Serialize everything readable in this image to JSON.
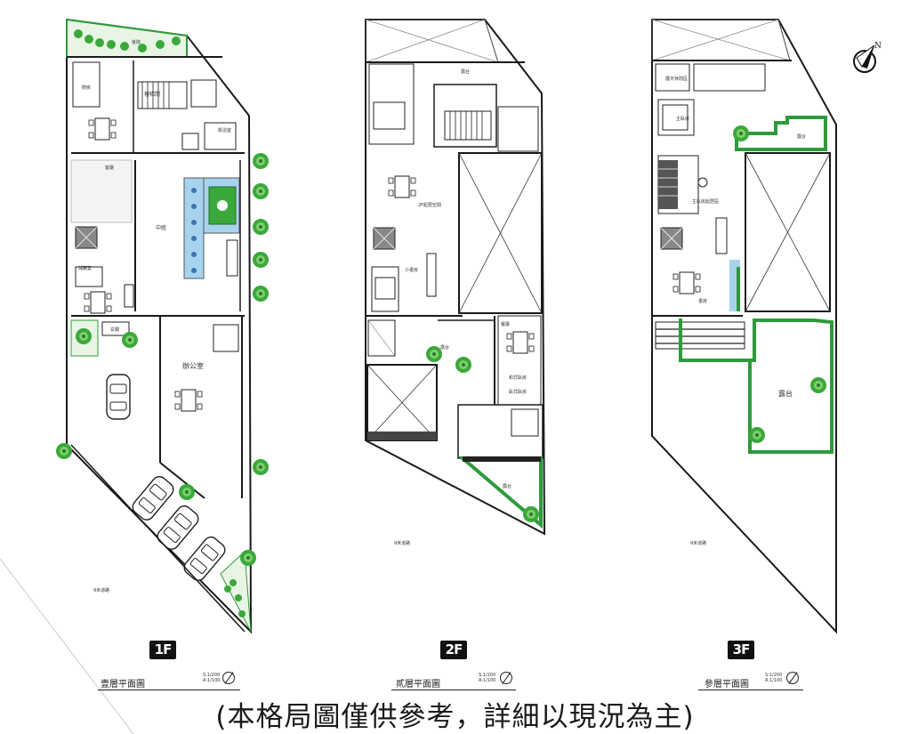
{
  "floors": [
    {
      "badge": "1F",
      "title": "壹層平面圖",
      "scale_note": [
        "S:1/200",
        "A:1/100"
      ],
      "rooms": {
        "yard": "後院",
        "kitchen": "廚房",
        "stair_hall": "樓梯間",
        "bath_note": "衛浴室",
        "living": "客廳",
        "courtyard": "中庭",
        "storage": "儲藏室",
        "entry": "玄關",
        "office": "辦公室",
        "alley": "9米道路"
      }
    },
    {
      "badge": "2F",
      "title": "貳層平面圖",
      "scale_note": [
        "S:1/200",
        "A:1/100"
      ],
      "rooms": {
        "terrace_top": "露台",
        "family": "2F起居空間",
        "study": "小書房",
        "terrace_mid": "露台",
        "dining": "餐廳",
        "bedroom_a": "和式臥房",
        "bedroom_b": "臥式臥房",
        "terrace_bottom": "露台",
        "alley": "9米道路"
      }
    },
    {
      "badge": "3F",
      "title": "參層平面圖",
      "scale_note": [
        "S:1/200",
        "A:1/100"
      ],
      "rooms": {
        "room_top": "露天休閒區",
        "master": "主臥房",
        "lounge": "主臥房起居區",
        "terrace_small": "露台",
        "study": "書房",
        "terrace_big": "露台",
        "alley": "9米道路"
      }
    }
  ],
  "disclaimer": "(本格局圖僅供參考，詳細以現況為主)",
  "colors": {
    "wall": "#1a1a1a",
    "tree": "#3aa83a",
    "hedge": "#2e9a3a",
    "pool": "#a7d3ef",
    "badge": "#111111"
  },
  "icons": {
    "compass": "north-arrow-icon",
    "tree": "tree-icon",
    "car": "car-icon"
  }
}
